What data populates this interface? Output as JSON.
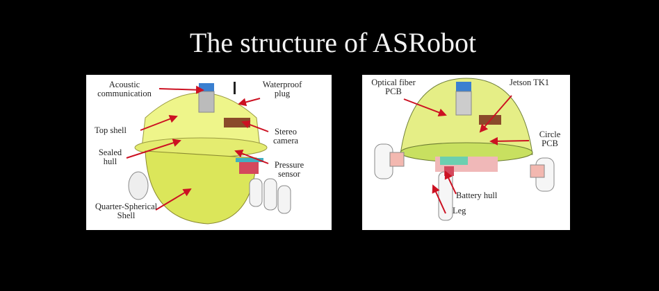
{
  "slide": {
    "title": "The structure of ASRobot"
  },
  "left_figure": {
    "labels": {
      "acoustic": "Acoustic communication",
      "waterproof": "Waterproof plug",
      "top_shell": "Top shell",
      "stereo": "Stereo camera",
      "sealed": "Sealed hull",
      "pressure": "Pressure sensor",
      "quarter": "Quarter-Spherical Shell"
    }
  },
  "right_figure": {
    "labels": {
      "optical": "Optical fiber PCB",
      "jetson": "Jetson TK1",
      "circle": "Circle PCB",
      "battery": "Battery hull",
      "leg": "Leg"
    }
  },
  "colors": {
    "shell": "#e8f07a",
    "arrow": "#cc1122",
    "background": "#000000"
  }
}
